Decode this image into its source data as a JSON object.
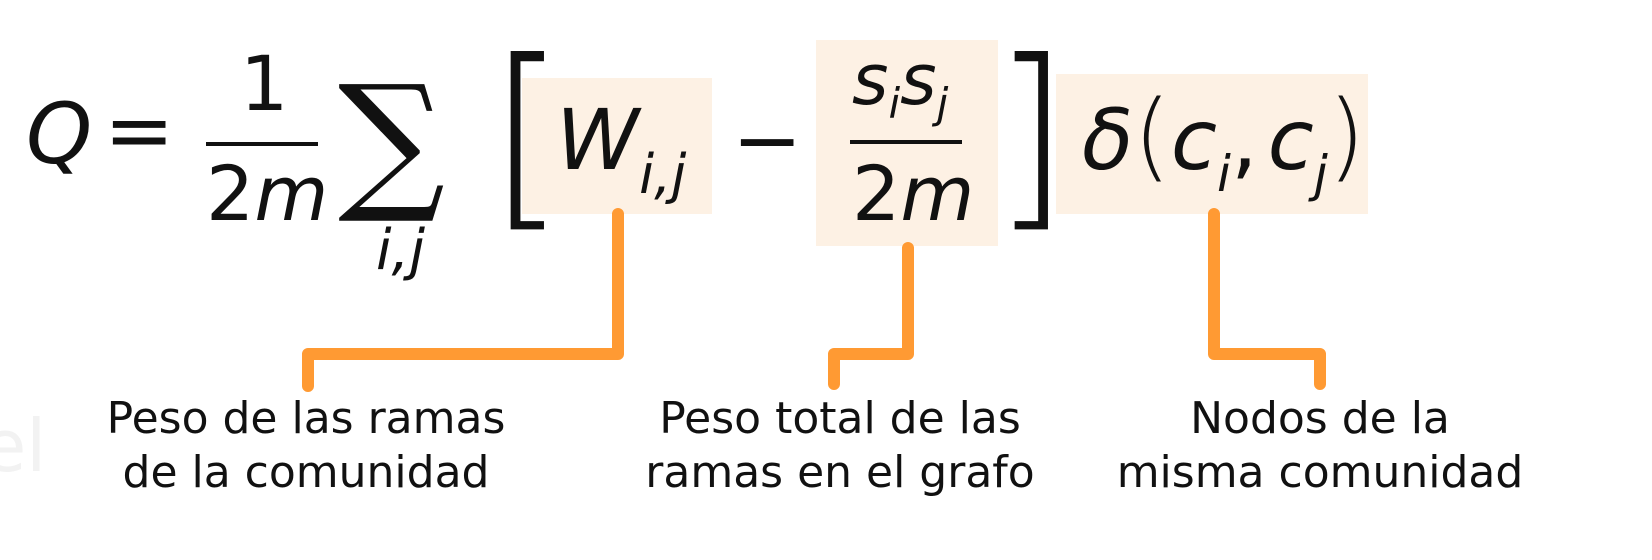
{
  "formula": {
    "lhs": "Q",
    "equals": "=",
    "frac_num": "1",
    "frac_den_coef": "2",
    "frac_den_var": "m",
    "sum_symbol": "∑",
    "sum_index": "i,j",
    "bracket_open": "[",
    "bracket_close": "]",
    "w_var": "W",
    "w_sub": "i,j",
    "minus": "−",
    "s_var_1": "s",
    "s_sub_1": "i",
    "s_var_2": "s",
    "s_sub_2": "j",
    "frac2_den_coef": "2",
    "frac2_den_var": "m",
    "delta": "δ",
    "paren_open": "(",
    "c_var_1": "c",
    "c_sub_1": "i",
    "comma": ",",
    "c_var_2": "c",
    "c_sub_2": "j",
    "paren_close": ")"
  },
  "annotations": [
    {
      "line1": "Peso de las ramas",
      "line2": "de la comunidad"
    },
    {
      "line1": "Peso total de las",
      "line2": "ramas en el grafo"
    },
    {
      "line1": "Nodos de la",
      "line2": "misma comunidad"
    }
  ],
  "colors": {
    "highlight": "#fdf1e4",
    "connector": "#ff9a33",
    "text": "#111111"
  }
}
